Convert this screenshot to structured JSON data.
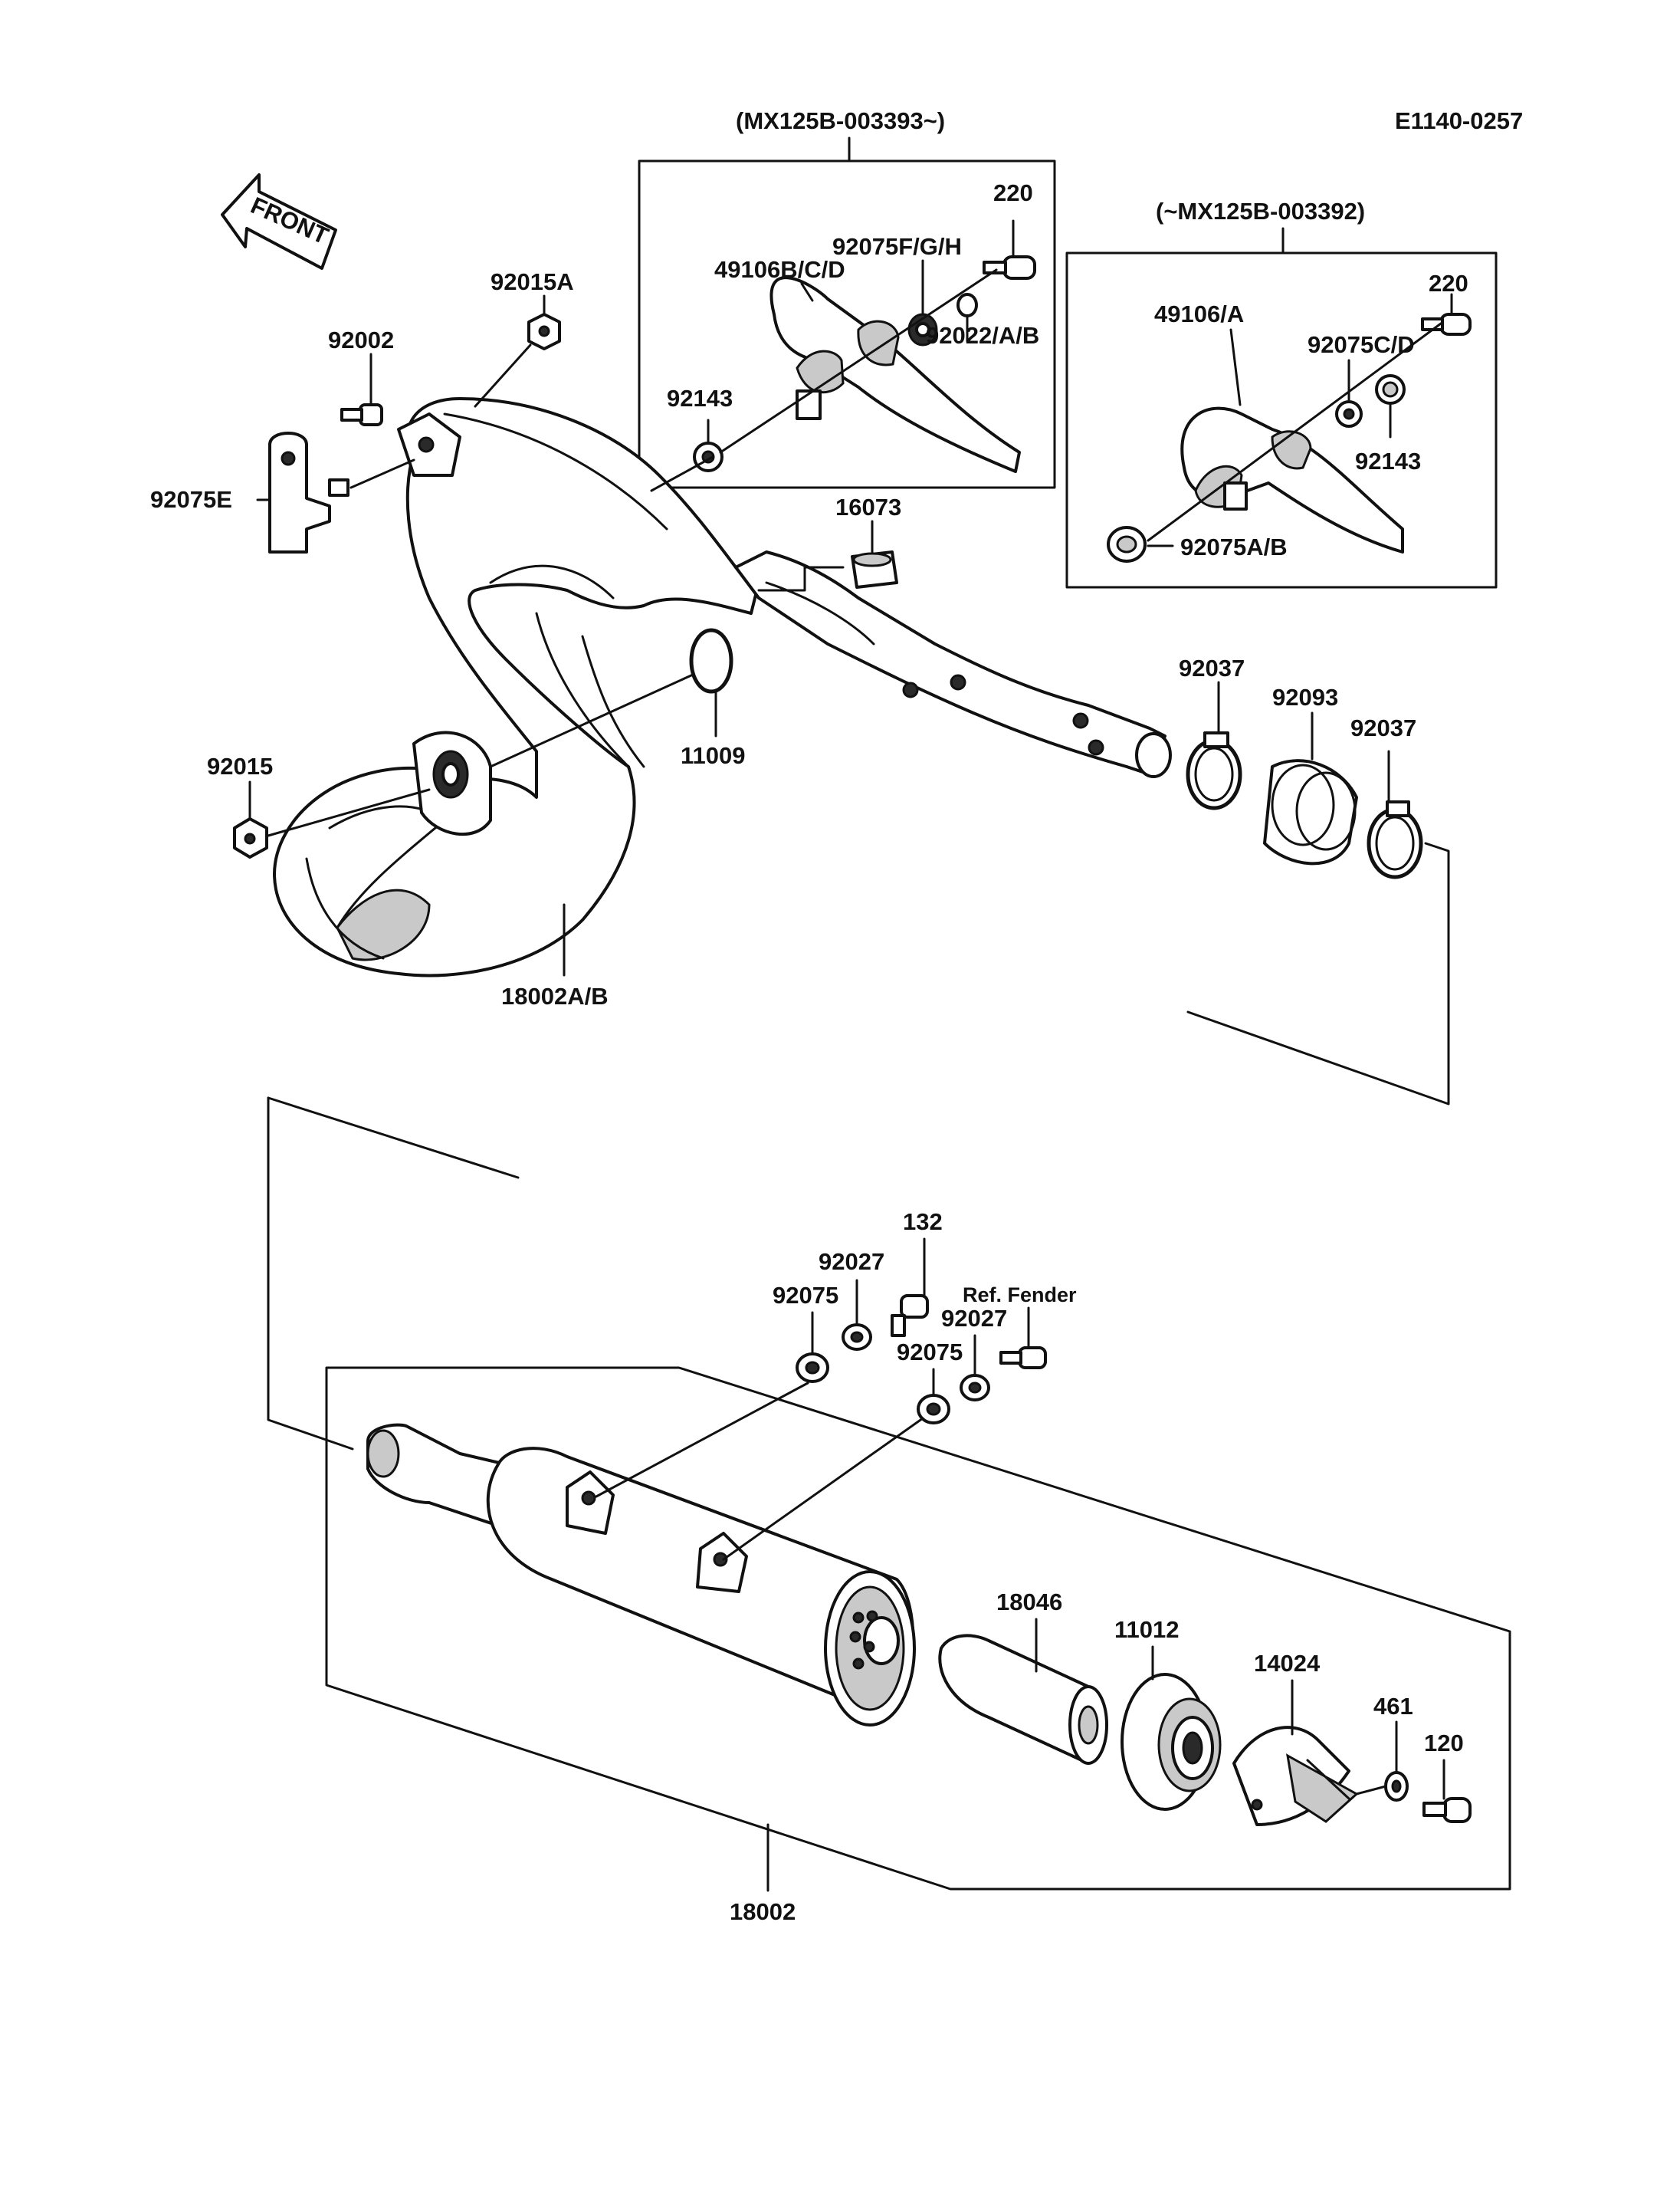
{
  "diagram_code": "E1140-0257",
  "front_arrow": "FRONT",
  "variant_new": {
    "range": "(MX125B-003393~)"
  },
  "variant_old": {
    "range": "(~MX125B-003392)"
  },
  "labels": {
    "p220a": "220",
    "p92075fgh": "92075F/G/H",
    "p49106bcd": "49106B/C/D",
    "p92022ab": "92022/A/B",
    "p92143a": "92143",
    "p220b": "220",
    "p49106a": "49106/A",
    "p92075cd": "92075C/D",
    "p92143b": "92143",
    "p92075ab": "92075A/B",
    "p92015a": "92015A",
    "p92002": "92002",
    "p92075e": "92075E",
    "p16073": "16073",
    "p11009": "11009",
    "p92015": "92015",
    "p18002ab": "18002A/B",
    "p92037a": "92037",
    "p92093": "92093",
    "p92037b": "92037",
    "p132": "132",
    "p92027a": "92027",
    "p92075a": "92075",
    "p_ref_fender": "Ref. Fender",
    "p92027b": "92027",
    "p92075b": "92075",
    "p18046": "18046",
    "p11012": "11012",
    "p14024": "14024",
    "p461": "461",
    "p120": "120",
    "p18002": "18002"
  }
}
